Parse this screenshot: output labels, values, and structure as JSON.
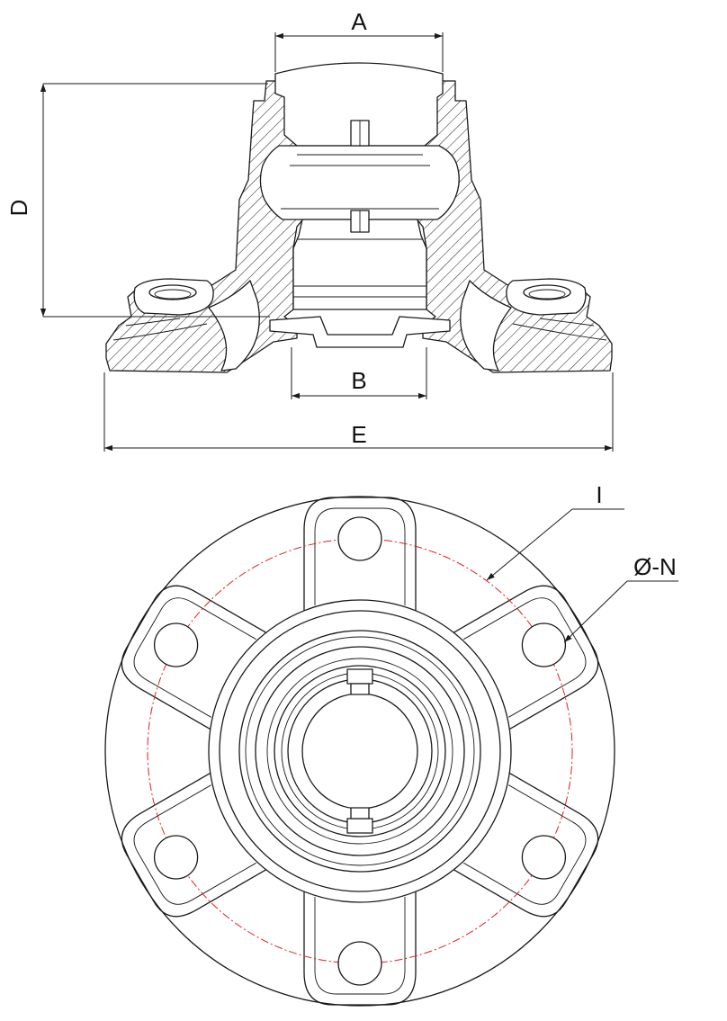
{
  "drawing": {
    "dimensions": {
      "A": "A",
      "B": "B",
      "D": "D",
      "E": "E"
    },
    "callouts": {
      "I": "I",
      "N": "Ø-N"
    },
    "colors": {
      "outline": "#1a1a1a",
      "pitch_circle": "#e02020"
    },
    "bolt_hole_count": 6
  }
}
